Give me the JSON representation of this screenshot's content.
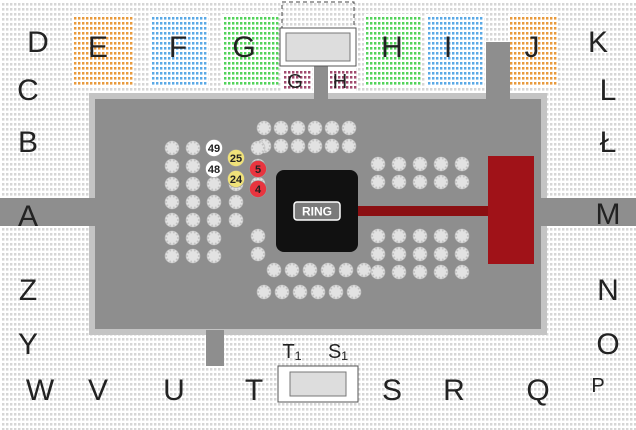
{
  "colors": {
    "floor": "#8e8e8e",
    "floor_stroke": "#bfbfbf",
    "table": "#e2e2e2",
    "table_dot": "#c8c8c8",
    "orange": "#e89a3c",
    "blue": "#5aa9e6",
    "green": "#52d35a",
    "maroon": "#a04a6e",
    "ring": "#111111",
    "ramp": "#8b0f12",
    "stage": "#a01218",
    "yellow": "#f0e27a",
    "red": "#e8353f",
    "seat_gray": "#d4d4d4"
  },
  "sections": {
    "top": [
      {
        "id": "D",
        "label": "D",
        "color": "none"
      },
      {
        "id": "E",
        "label": "E",
        "color": "orange"
      },
      {
        "id": "F",
        "label": "F",
        "color": "blue"
      },
      {
        "id": "G",
        "label": "G",
        "color": "green"
      },
      {
        "id": "H",
        "label": "H",
        "color": "green"
      },
      {
        "id": "I",
        "label": "I",
        "color": "blue"
      },
      {
        "id": "J",
        "label": "J",
        "color": "orange"
      },
      {
        "id": "K",
        "label": "K",
        "color": "none"
      }
    ],
    "left": [
      "C",
      "B",
      "A",
      "Z",
      "Y"
    ],
    "right": [
      "L",
      "Ł",
      "M",
      "N",
      "O"
    ],
    "bottom": [
      "W",
      "V",
      "U",
      "T",
      "S",
      "R",
      "Q",
      "P"
    ],
    "inner_top": [
      "G",
      "H"
    ],
    "inner_bottom": [
      "T₁",
      "S₁"
    ]
  },
  "ring": {
    "label": "RING"
  },
  "tables": {
    "white": [
      {
        "id": "t49",
        "label": "49"
      },
      {
        "id": "t48",
        "label": "48"
      }
    ],
    "yellow": [
      {
        "id": "t25",
        "label": "25"
      },
      {
        "id": "t24",
        "label": "24"
      }
    ],
    "red": [
      {
        "id": "t5",
        "label": "5"
      },
      {
        "id": "t4",
        "label": "4"
      }
    ]
  }
}
